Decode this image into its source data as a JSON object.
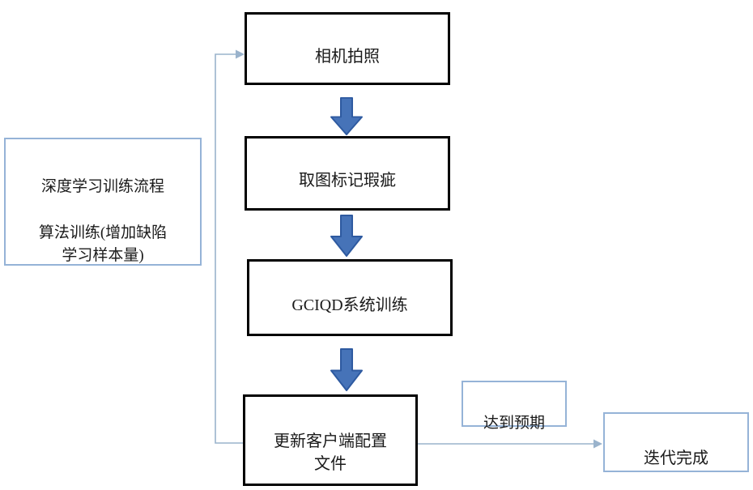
{
  "colors": {
    "background": "#ffffff",
    "text": "#1a1a1a",
    "node-border": "#000000",
    "accent-border": "#95b3d7",
    "arrow-fill": "#4673b8",
    "arrow-stroke": "#2e5aa0",
    "connector": "#9ab3cc"
  },
  "nodes": {
    "note": {
      "label": "深度学习训练流程\n\n算法训练(增加缺陷\n学习样本量)"
    },
    "camera": {
      "label": "相机拍照"
    },
    "mark": {
      "label": "取图标记瑕疵"
    },
    "train": {
      "label": "GCIQD系统训练"
    },
    "update": {
      "label": "更新客户端配置\n文件"
    },
    "expected": {
      "label": "达到预期"
    },
    "done": {
      "label": "迭代完成"
    }
  }
}
